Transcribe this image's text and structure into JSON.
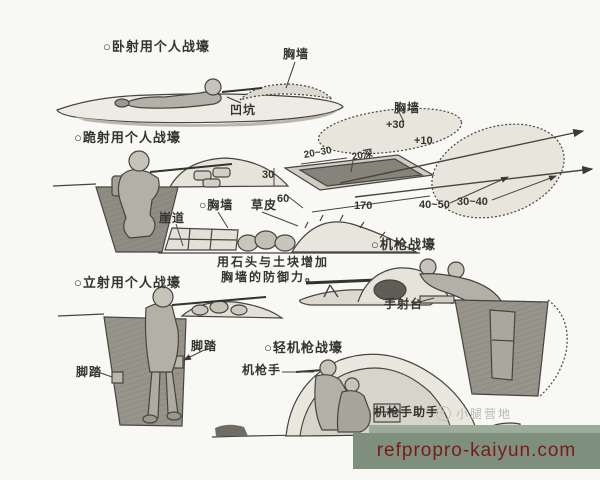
{
  "titles": {
    "prone": "○卧射用个人战壕",
    "kneeling": "○跪射用个人战壕",
    "standing": "○立射用个人战壕",
    "mg": "○机枪战壕",
    "lmg": "○轻机枪战壕",
    "parapet_closeup": "○胸墙"
  },
  "annotations": {
    "parapet_prone": "胸墙",
    "pit": "凹坑",
    "sod": "草皮",
    "cliff_path": "崖道",
    "footstep_left": "脚踏",
    "footstep_right": "脚踏",
    "firing_platform": "手射台",
    "gunner": "机枪手",
    "gunner_assistant": "机枪手助手",
    "caption_line1": "用石头与土块增加",
    "caption_line2": "胸墙的防御力。"
  },
  "plan_view": {
    "parapet": "胸墙",
    "height_plus30": "+30",
    "height_plus10": "+10",
    "dim_20_30": "20~30",
    "dim_20_deep": "20深",
    "dim_30": "30",
    "dim_60": "60",
    "dim_170": "170",
    "dim_40_50": "40~50",
    "dim_30_40": "30~40"
  },
  "watermark": {
    "site_name": "小腿营地"
  },
  "banner": {
    "url": "refpropro-kaiyun.com",
    "background": "#7e907d",
    "text_color": "#7a1b1b"
  }
}
